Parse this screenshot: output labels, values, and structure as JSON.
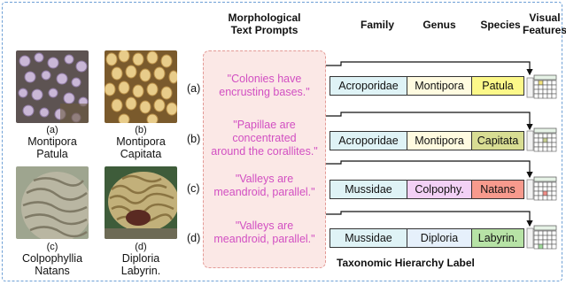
{
  "headers": {
    "prompts": "Morphological\nText Prompts",
    "family": "Family",
    "genus": "Genus",
    "species": "Species",
    "visual": "Visual\nFeatures"
  },
  "images": [
    {
      "letter": "(a)",
      "name": "Montipora\nPatula"
    },
    {
      "letter": "(b)",
      "name": "Montipora\nCapitata"
    },
    {
      "letter": "(c)",
      "name": "Colpophyllia\nNatans"
    },
    {
      "letter": "(d)",
      "name": "Diploria\nLabyrin."
    }
  ],
  "rows": [
    {
      "label": "(a)",
      "prompt": "\"Colonies have\nencrusting bases.\"",
      "family": "Acroporidae",
      "genus": "Montipora",
      "species": "Patula"
    },
    {
      "label": "(b)",
      "prompt": "\"Papillae are\nconcentrated\naround the corallites.\"",
      "family": "Acroporidae",
      "genus": "Montipora",
      "species": "Capitata"
    },
    {
      "label": "(c)",
      "prompt": "\"Valleys are\nmeandroid, parallel.\"",
      "family": "Mussidae",
      "genus": "Colpophy.",
      "species": "Natans"
    },
    {
      "label": "(d)",
      "prompt": "\"Valleys are\nmeandroid, parallel.\"",
      "family": "Mussidae",
      "genus": "Diploria",
      "species": "Labyrin."
    }
  ],
  "footer": "Taxonomic Hierarchy Label",
  "colors": {
    "family_bg": "#dff3f6",
    "genus": [
      "#fffbe0",
      "#fffbe0",
      "#f3d1f6",
      "#e6f0fb"
    ],
    "species": [
      "#fcf889",
      "#d8dd93",
      "#f79a8d",
      "#b7e3a6"
    ],
    "grid_highlight": [
      "#f0e07a",
      "#c7cf92",
      "#f08c86",
      "#9fd99a"
    ],
    "prompt_text": "#d24fc2",
    "prompt_box": "#fbe8e6",
    "frame": "#6ea0d6"
  }
}
